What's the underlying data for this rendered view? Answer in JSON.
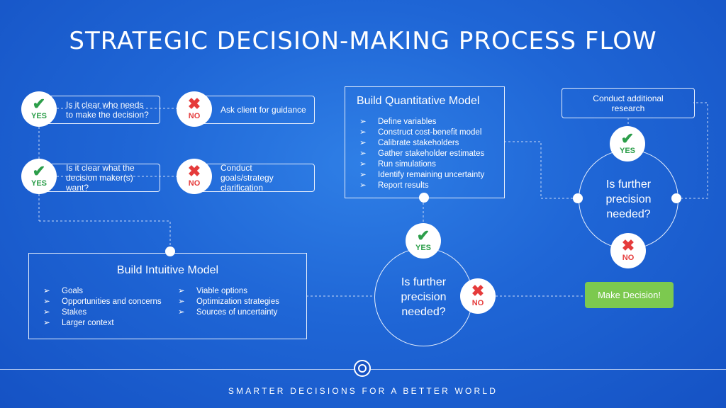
{
  "title": "STRATEGIC DECISION-MAKING PROCESS FLOW",
  "badges": {
    "yes": "YES",
    "no": "NO",
    "yes_mark": "✔",
    "no_mark": "✖"
  },
  "questions": [
    {
      "question": "Is it clear who needs to make the decision?",
      "no_action": "Ask client for guidance"
    },
    {
      "question": "Is it clear what the decision maker(s) want?",
      "no_action": "Conduct goals/strategy clarification"
    }
  ],
  "intuitive_model": {
    "title": "Build Intuitive Model",
    "left_items": [
      "Goals",
      "Opportunities and concerns",
      "Stakes",
      "Larger context"
    ],
    "right_items": [
      "Viable options",
      "Optimization strategies",
      "Sources of uncertainty"
    ]
  },
  "quantitative_model": {
    "title": "Build Quantitative Model",
    "items": [
      "Define variables",
      "Construct cost-benefit model",
      "Calibrate stakeholders",
      "Gather stakeholder estimates",
      "Run simulations",
      "Identify remaining uncertainty",
      "Report results"
    ]
  },
  "precision_question": "Is further precision needed?",
  "additional_research": "Conduct additional research",
  "make_decision": "Make Decision!",
  "tagline": "SMARTER DECISIONS FOR A BETTER WORLD",
  "colors": {
    "yes": "#2c9e4a",
    "no": "#e53b3b",
    "decision": "#7cc94f",
    "background": "#1f66d6"
  },
  "icons": [
    "check-icon",
    "cross-icon",
    "logo-icon"
  ]
}
